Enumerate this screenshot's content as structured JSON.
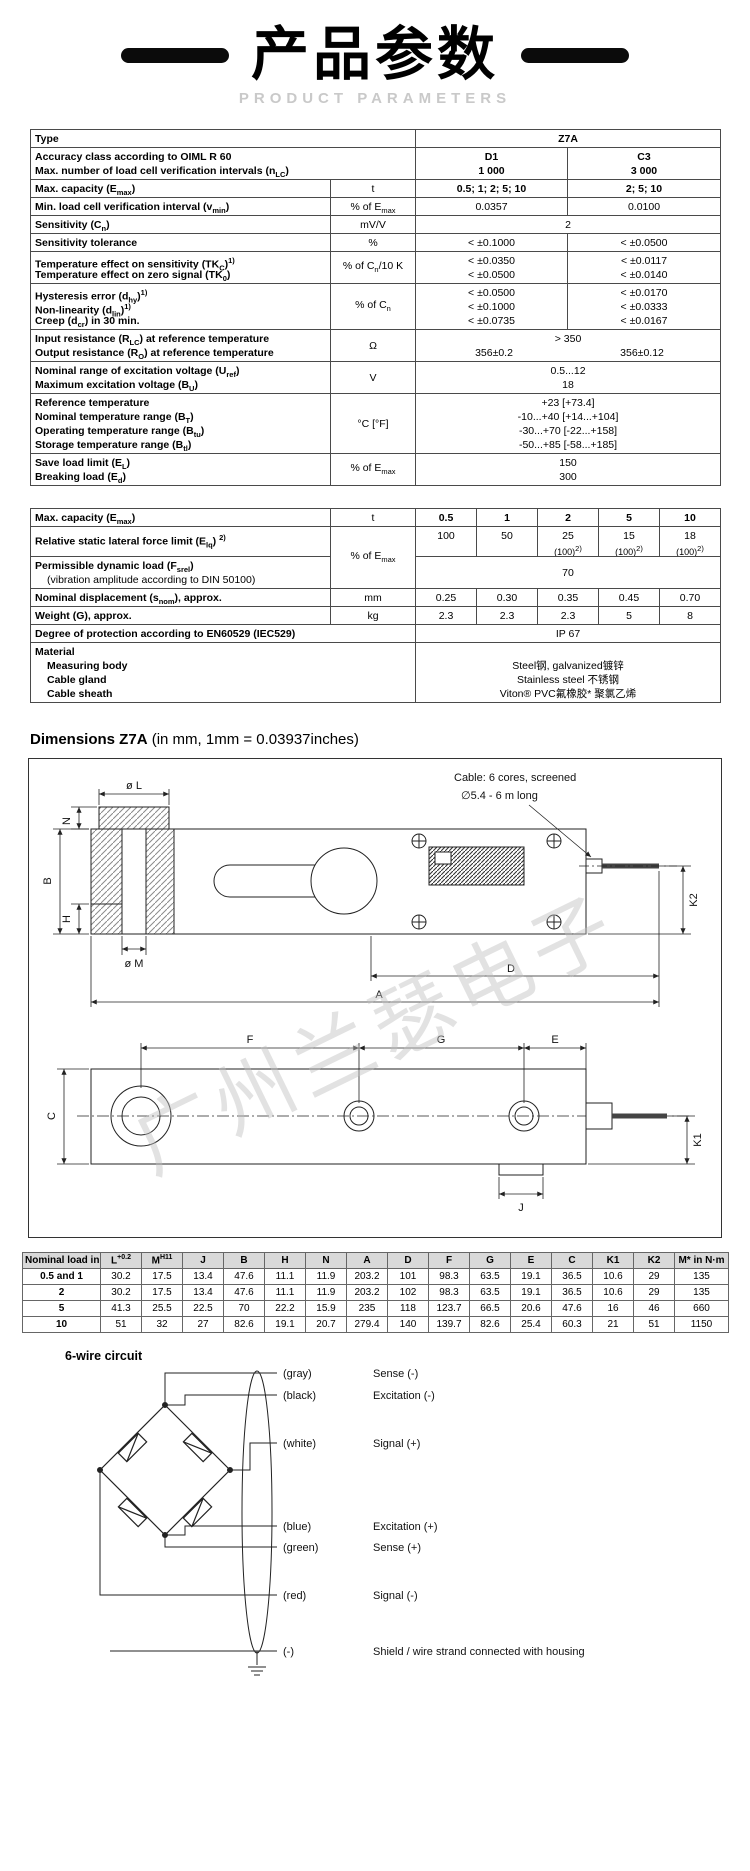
{
  "header": {
    "title_zh": "产品参数",
    "subtitle": "PRODUCT PARAMETERS"
  },
  "spec1": {
    "type_label": "Type",
    "type_value": "Z7A",
    "acc_label": "Accuracy class according to OIML R 60",
    "acc_d1": "D1",
    "acc_c3": "C3",
    "int_label": "Max. number of load cell verification intervals (n~LC~)",
    "int_d1": "1 000",
    "int_c3": "3 000",
    "maxcap_label": "Max. capacity (E~max~)",
    "maxcap_unit": "t",
    "maxcap_d1": "0.5; 1; 2; 5; 10",
    "maxcap_c3": "2; 5; 10",
    "minint_label": "Min. load cell verification interval (v~min~)",
    "minint_unit": "% of E~max~",
    "minint_d1": "0.0357",
    "minint_c3": "0.0100",
    "sens_label": "Sensitivity (C~n~)",
    "sens_unit": "mV/V",
    "sens_value": "2",
    "senstol_label": "Sensitivity tolerance",
    "senstol_unit": "%",
    "senstol_d1": "< ±0.1000",
    "senstol_c3": "< ±0.0500",
    "tkc_label": "Temperature effect on sensitivity (TK~C~)^1)^",
    "tk0_label": "Temperature effect on zero signal (TK~0~)",
    "tk_unit": "% of C~n~/10 K",
    "tkc_d1": "< ±0.0350",
    "tkc_c3": "< ±0.0117",
    "tk0_d1": "< ±0.0500",
    "tk0_c3": "< ±0.0140",
    "hys_label": "Hysteresis error (d~hy~)^1)^",
    "nonlin_label": "Non-linearity (d~lin~)^1)^",
    "creep_label": "Creep (d~cr~) in 30 min.",
    "dc_unit": "% of C~n~",
    "hys_d1": "< ±0.0500",
    "hys_c3": "< ±0.0170",
    "nonlin_d1": "< ±0.1000",
    "nonlin_c3": "< ±0.0333",
    "creep_d1": "< ±0.0735",
    "creep_c3": "< ±0.0167",
    "rin_label": "Input resistance (R~LC~) at reference temperature",
    "rout_label": "Output resistance (R~O~) at reference temperature",
    "r_unit": "Ω",
    "rin_value": "> 350",
    "rout_d1": "356±0.2",
    "rout_c3": "356±0.12",
    "uref_label": "Nominal range of excitation voltage (U~ref~)",
    "bu_label": "Maximum excitation voltage (B~U~)",
    "u_unit": "V",
    "uref_value": "0.5...12",
    "bu_value": "18",
    "tref_label": "Reference temperature",
    "bt_label": "Nominal temperature range (B~T~)",
    "btu_label": "Operating temperature range (B~tu~)",
    "btl_label": "Storage temperature range (B~tl~)",
    "t_unit": "°C [°F]",
    "tref_value": "+23 [+73.4]",
    "bt_value": "-10...+40 [+14...+104]",
    "btu_value": "-30...+70 [-22...+158]",
    "btl_value": "-50...+85 [-58...+185]",
    "el_label": "Save load limit (E~L~)",
    "ed_label": "Breaking load (E~d~)",
    "e_unit": "% of E~max~",
    "el_value": "150",
    "ed_value": "300"
  },
  "spec2": {
    "maxcap_label": "Max. capacity (E~max~)",
    "maxcap_unit": "t",
    "caps": [
      "0.5",
      "1",
      "2",
      "5",
      "10"
    ],
    "lat_label": "Relative static lateral force limit (E~lq~) ^2)^",
    "lat_unit": "% of E~max~",
    "lat_values": [
      "100",
      "50",
      "25",
      "15",
      "18"
    ],
    "lat_sub": [
      "",
      "",
      "(100)^2)^",
      "(100)^2)^",
      "(100)^2)^"
    ],
    "dyn_label1": "Permissible dynamic load (F~srel~)",
    "dyn_label2": "(vibration amplitude according to DIN 50100)",
    "dyn_value": "70",
    "disp_label": "Nominal displacement (s~nom~), approx.",
    "disp_unit": "mm",
    "disp_values": [
      "0.25",
      "0.30",
      "0.35",
      "0.45",
      "0.70"
    ],
    "wt_label": "Weight (G), approx.",
    "wt_unit": "kg",
    "wt_values": [
      "2.3",
      "2.3",
      "2.3",
      "5",
      "8"
    ],
    "ip_label": "Degree of protection according to EN60529 (IEC529)",
    "ip_value": "IP 67",
    "mat_label": "Material",
    "body_label": "Measuring body",
    "body_value": "Steel钢, galvanized镀锌",
    "gland_label": "Cable gland",
    "gland_value": "Stainless steel 不锈钢",
    "sheath_label": "Cable sheath",
    "sheath_value": "Viton® PVC氟橡胶* 聚氯乙烯"
  },
  "dimensions": {
    "heading_bold": "Dimensions Z7A",
    "heading_rest": "(in mm, 1mm = 0.03937inches)",
    "cable_note1": "Cable: 6 cores, screened",
    "cable_note2": "∅5.4 - 6 m long",
    "watermark": "广州兰瑟电子",
    "labels": {
      "L": "ø L",
      "N": "N",
      "B": "B",
      "H": "H",
      "M": "ø M",
      "D": "D",
      "A": "A",
      "K2": "K2",
      "F": "F",
      "G": "G",
      "E": "E",
      "C": "C",
      "K1": "K1",
      "J": "J"
    }
  },
  "dims_table": {
    "headers": [
      "Nominal load in t",
      "L^+0.2^",
      "M^H11^",
      "J",
      "B",
      "H",
      "N",
      "A",
      "D",
      "F",
      "G",
      "E",
      "C",
      "K1",
      "K2",
      "M* in N·m"
    ],
    "rows": [
      [
        "0.5 and 1",
        "30.2",
        "17.5",
        "13.4",
        "47.6",
        "11.1",
        "11.9",
        "203.2",
        "101",
        "98.3",
        "63.5",
        "19.1",
        "36.5",
        "10.6",
        "29",
        "135"
      ],
      [
        "2",
        "30.2",
        "17.5",
        "13.4",
        "47.6",
        "11.1",
        "11.9",
        "203.2",
        "102",
        "98.3",
        "63.5",
        "19.1",
        "36.5",
        "10.6",
        "29",
        "135"
      ],
      [
        "5",
        "41.3",
        "25.5",
        "22.5",
        "70",
        "22.2",
        "15.9",
        "235",
        "118",
        "123.7",
        "66.5",
        "20.6",
        "47.6",
        "16",
        "46",
        "660"
      ],
      [
        "10",
        "51",
        "32",
        "27",
        "82.6",
        "19.1",
        "20.7",
        "279.4",
        "140",
        "139.7",
        "82.6",
        "25.4",
        "60.3",
        "21",
        "51",
        "1150"
      ]
    ]
  },
  "circuit": {
    "title": "6-wire circuit",
    "wires": [
      {
        "color": "(gray)",
        "signal": "Sense (-)"
      },
      {
        "color": "(black)",
        "signal": "Excitation (-)"
      },
      {
        "color": "(white)",
        "signal": "Signal (+)"
      },
      {
        "color": "(blue)",
        "signal": "Excitation (+)"
      },
      {
        "color": "(green)",
        "signal": "Sense (+)"
      },
      {
        "color": "(red)",
        "signal": "Signal (-)"
      },
      {
        "color": "(-)",
        "signal": "Shield / wire strand connected with housing"
      }
    ]
  }
}
